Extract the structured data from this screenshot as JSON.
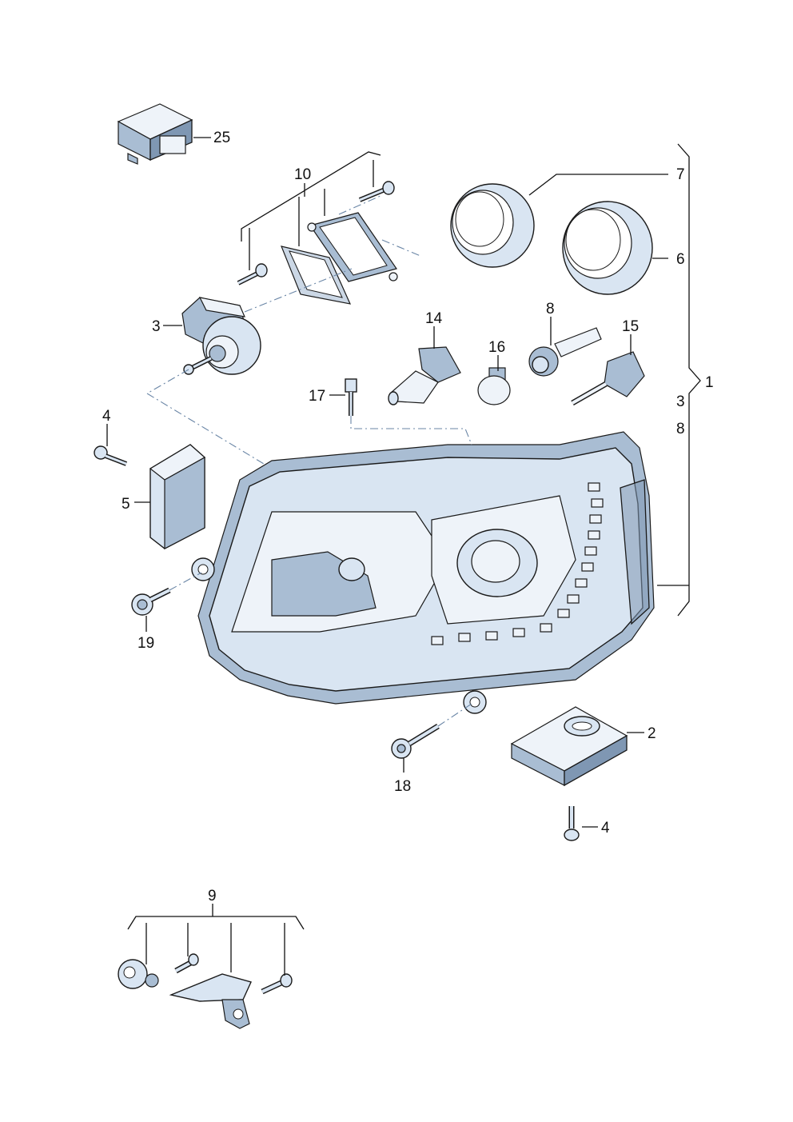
{
  "diagram": {
    "callouts": [
      {
        "id": "25",
        "text": "25"
      },
      {
        "id": "10",
        "text": "10"
      },
      {
        "id": "7",
        "text": "7"
      },
      {
        "id": "6",
        "text": "6"
      },
      {
        "id": "3",
        "text": "3"
      },
      {
        "id": "14",
        "text": "14"
      },
      {
        "id": "8",
        "text": "8"
      },
      {
        "id": "15",
        "text": "15"
      },
      {
        "id": "16",
        "text": "16"
      },
      {
        "id": "1",
        "text": "1"
      },
      {
        "id": "17",
        "text": "17"
      },
      {
        "id": "3b",
        "text": "3"
      },
      {
        "id": "8b",
        "text": "8"
      },
      {
        "id": "4",
        "text": "4"
      },
      {
        "id": "5",
        "text": "5"
      },
      {
        "id": "19",
        "text": "19"
      },
      {
        "id": "2",
        "text": "2"
      },
      {
        "id": "18",
        "text": "18"
      },
      {
        "id": "4b",
        "text": "4"
      },
      {
        "id": "9",
        "text": "9"
      }
    ]
  }
}
